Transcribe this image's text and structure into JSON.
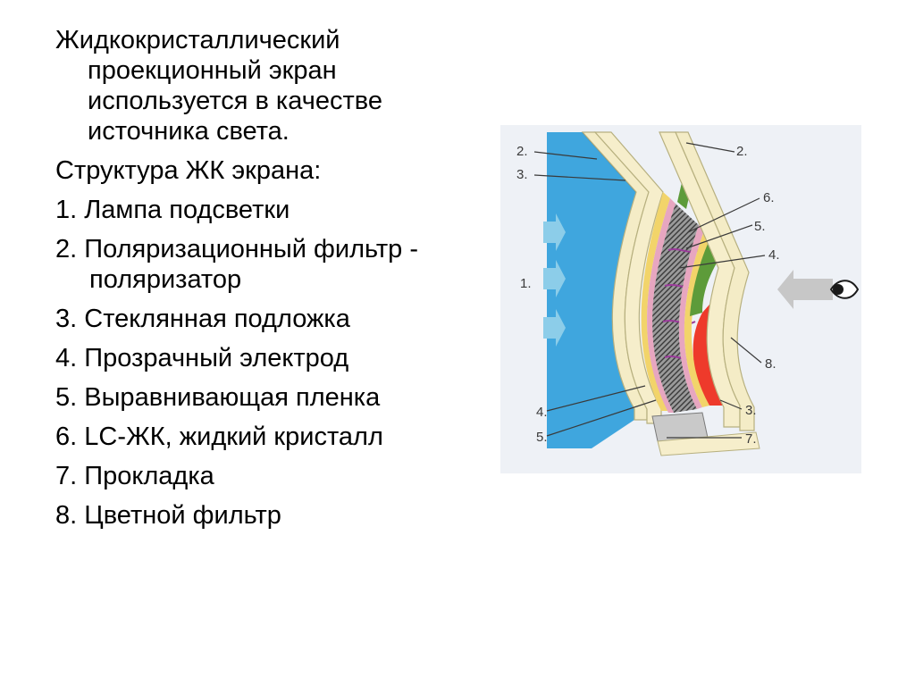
{
  "text": {
    "intro": "Жидкокристаллический проекционный экран используется в качестве источника света.",
    "structure_title": "Структура ЖК экрана:",
    "items": [
      {
        "num": "1.",
        "label": "Лампа подсветки"
      },
      {
        "num": "2.",
        "label": "Поляризационный фильтр - поляризатор"
      },
      {
        "num": "3.",
        "label": "Стеклянная подложка"
      },
      {
        "num": "4.",
        "label": "Прозрачный электрод"
      },
      {
        "num": "5.",
        "label": "Выравнивающая пленка"
      },
      {
        "num": "6.",
        "label": "LC-ЖК, жидкий кристалл"
      },
      {
        "num": "7.",
        "label": "Прокладка"
      },
      {
        "num": "8.",
        "label": "Цветной фильтр"
      }
    ]
  },
  "diagram": {
    "labels": {
      "left_2": "2.",
      "left_3": "3.",
      "left_1": "1.",
      "left_4": "4.",
      "left_5": "5.",
      "right_2": "2.",
      "right_6": "6.",
      "right_5": "5.",
      "right_4": "4.",
      "right_8": "8.",
      "right_3": "3.",
      "right_7": "7."
    },
    "colors": {
      "background": "#eef1f6",
      "backlight_blue": "#3fa6de",
      "arrow_blue": "#8ccde9",
      "polarizer_cream": "#f4ecc6",
      "glass_border": "#b7b07f",
      "green_filter": "#5d9b3a",
      "red_filter": "#ee3a2b",
      "electrode_yellow": "#f2d46a",
      "liquid_crystal": "#8a8a8a",
      "eye_arrow": "#c7c7c7"
    }
  }
}
